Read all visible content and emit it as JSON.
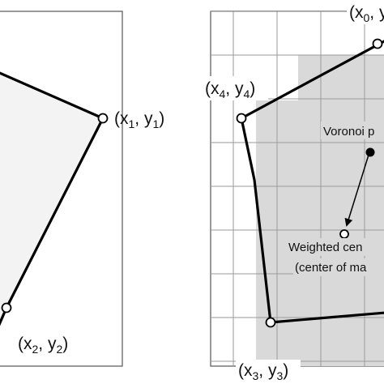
{
  "left_panel": {
    "vertices": {
      "x1": {
        "base": "(x",
        "sub": "1",
        "mid": ", y",
        "sub2": "1",
        "end": ")"
      },
      "x2": {
        "base": "(x",
        "sub": "2",
        "mid": ", y",
        "sub2": "2",
        "end": ")"
      }
    }
  },
  "right_panel": {
    "vertices": {
      "x0": {
        "base": "(x",
        "sub": "0",
        "mid": ", y",
        "sub2": "",
        "end": ""
      },
      "x4": {
        "base": "(x",
        "sub": "4",
        "mid": ", y",
        "sub2": "4",
        "end": ")"
      },
      "x3": {
        "base": "(x",
        "sub": "3",
        "mid": ", y",
        "sub2": "3",
        "end": ")"
      }
    },
    "voronoi_label": "Voronoi p",
    "weighted_label_1": "Weighted cen",
    "weighted_label_2": "(center of ma"
  },
  "colors": {
    "polygon_fill_left": "#f3f3f3",
    "region_fill_right": "#d9d9d9",
    "grid": "#9a9a9a",
    "stroke": "#000000"
  }
}
